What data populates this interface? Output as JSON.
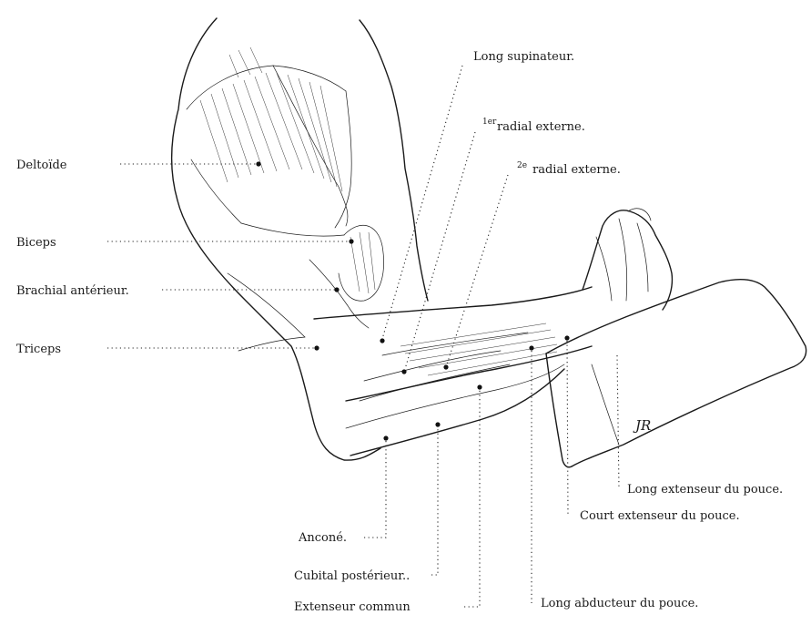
{
  "labels": {
    "long_supinateur": "Long supinateur.",
    "premier_radial_sup": "1er",
    "premier_radial": "radial externe.",
    "second_radial_sup": "2e",
    "second_radial": "radial externe.",
    "deltoide": "Deltoïde",
    "biceps": "Biceps",
    "brachial_anterieur": "Brachial antérieur.",
    "triceps": "Triceps",
    "long_extenseur_pouce": "Long extenseur du pouce.",
    "court_extenseur_pouce": "Court extenseur du pouce.",
    "anconé": "Anconé.",
    "long_abducteur_pouce": "Long abducteur du pouce.",
    "cubital_posterieur": "Cubital postérieur..",
    "extenseur_commun": "Extenseur commun"
  },
  "signature": "JR"
}
